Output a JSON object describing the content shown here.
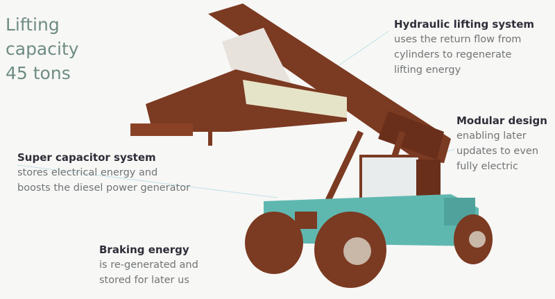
{
  "headline": {
    "line1": "Lifting",
    "line2": "capacity",
    "line3": "45 tons"
  },
  "callouts": {
    "hydraulic": {
      "title": "Hydraulic lifting system",
      "lines": [
        "uses the return flow from",
        "cylinders to regenerate",
        "lifting energy"
      ]
    },
    "modular": {
      "title": "Modular design",
      "lines": [
        "enabling later",
        "updates to even",
        "fully electric"
      ]
    },
    "capacitor": {
      "title": "Super capacitor system",
      "lines": [
        "stores electrical energy and",
        "boosts the diesel power generator"
      ]
    },
    "braking": {
      "title": "Braking energy",
      "lines": [
        "is re-generated and",
        "stored for later us"
      ]
    }
  },
  "colors": {
    "machine_brown": "#7b3a22",
    "machine_teal": "#5fb8b0",
    "headline": "#6e8c84"
  }
}
